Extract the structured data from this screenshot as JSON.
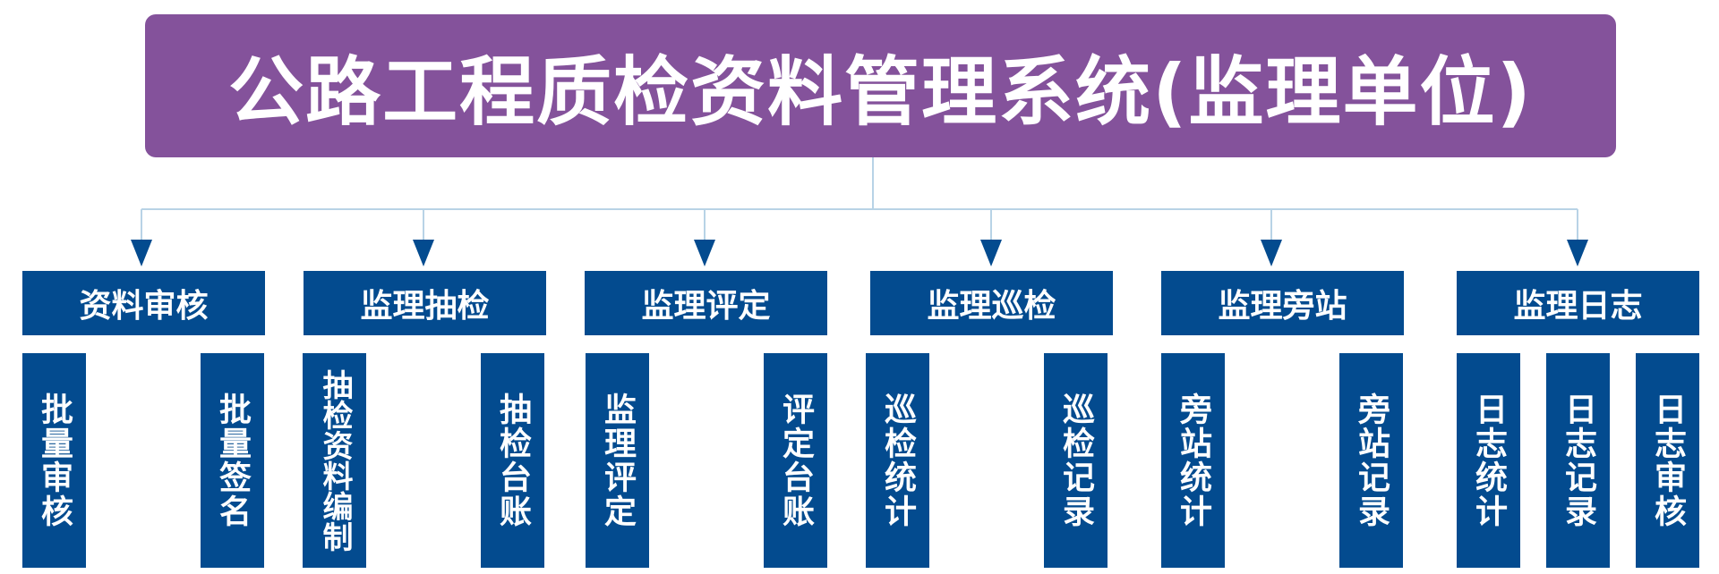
{
  "title": "公路工程质检资料管理系统(监理单位)",
  "colors": {
    "title_bg": "#84529b",
    "box_bg": "#034b8f",
    "line": "#b8d3e6",
    "arrow": "#034b8f"
  },
  "categories": [
    {
      "label": "资料审核",
      "children": [
        "批量审核",
        "批量签名"
      ]
    },
    {
      "label": "监理抽检",
      "children": [
        "抽检资料编制",
        "抽检台账"
      ]
    },
    {
      "label": "监理评定",
      "children": [
        "监理评定",
        "评定台账"
      ]
    },
    {
      "label": "监理巡检",
      "children": [
        "巡检统计",
        "巡检记录"
      ]
    },
    {
      "label": "监理旁站",
      "children": [
        "旁站统计",
        "旁站记录"
      ]
    },
    {
      "label": "监理日志",
      "children": [
        "日志统计",
        "日志记录",
        "日志审核"
      ]
    }
  ]
}
